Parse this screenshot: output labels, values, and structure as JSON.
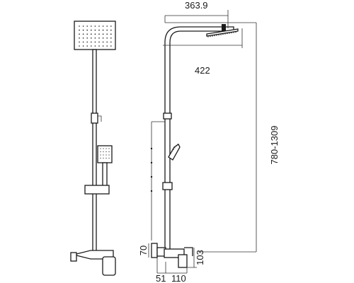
{
  "dimensions": {
    "top_width": "363.9",
    "head_offset": "422",
    "height_range": "780-1309",
    "base_height_left": "70",
    "base_height_right": "103",
    "base_width_left": "51",
    "base_width_right": "110"
  }
}
